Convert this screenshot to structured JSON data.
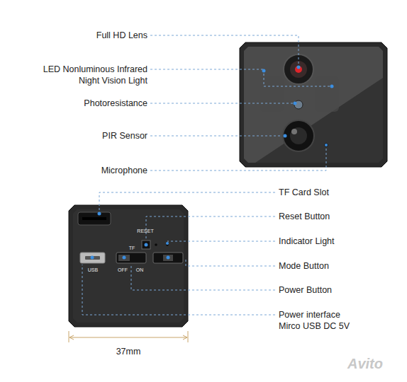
{
  "diagram": {
    "labels": [
      "Full HD Lens",
      "LED Nonluminous Infrared Night Vision Light",
      "Photoresistance",
      "PIR Sensor",
      "Microphone",
      "TF Card Slot",
      "RESET",
      "TF",
      "Reset Button",
      "Indicator Light",
      "USB",
      "OFF",
      "ON",
      "Mode Button",
      "Power Button",
      "Power interface Mirco USB DC 5V",
      "37mm",
      "Avito"
    ]
  }
}
